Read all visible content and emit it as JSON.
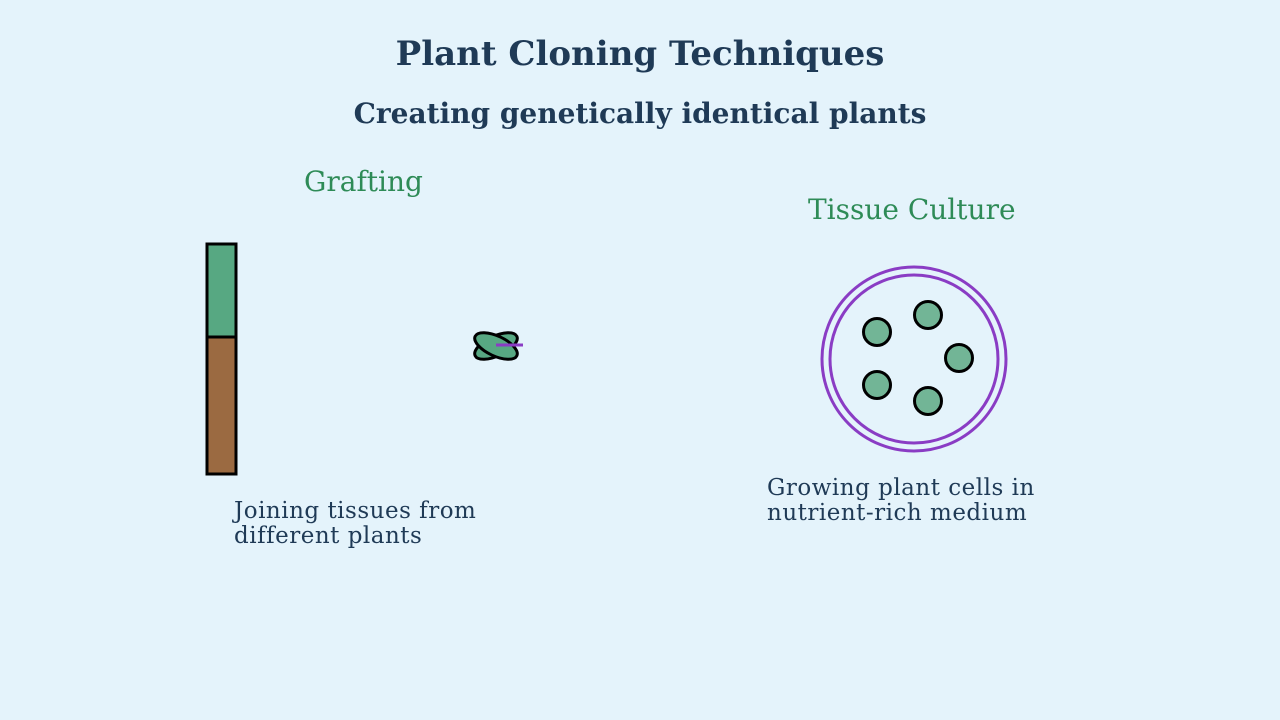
{
  "title": "Plant Cloning Techniques",
  "subtitle": "Creating genetically identical plants",
  "sections": {
    "grafting": {
      "title": "Grafting",
      "description_lines": [
        "Joining tissues from",
        "different plants"
      ]
    },
    "tissue_culture": {
      "title": "Tissue Culture",
      "description_lines": [
        "Growing plant cells in",
        "nutrient-rich medium"
      ]
    }
  },
  "colors": {
    "background": "#e4f3fb",
    "text_dark": "#1f3a56",
    "section_title": "#2e8b57",
    "scion_green": "#57a882",
    "rootstock_brown": "#9b6a41",
    "dish_purple": "#8a3cc4",
    "cell_green": "#72b596",
    "outline": "#000000"
  }
}
